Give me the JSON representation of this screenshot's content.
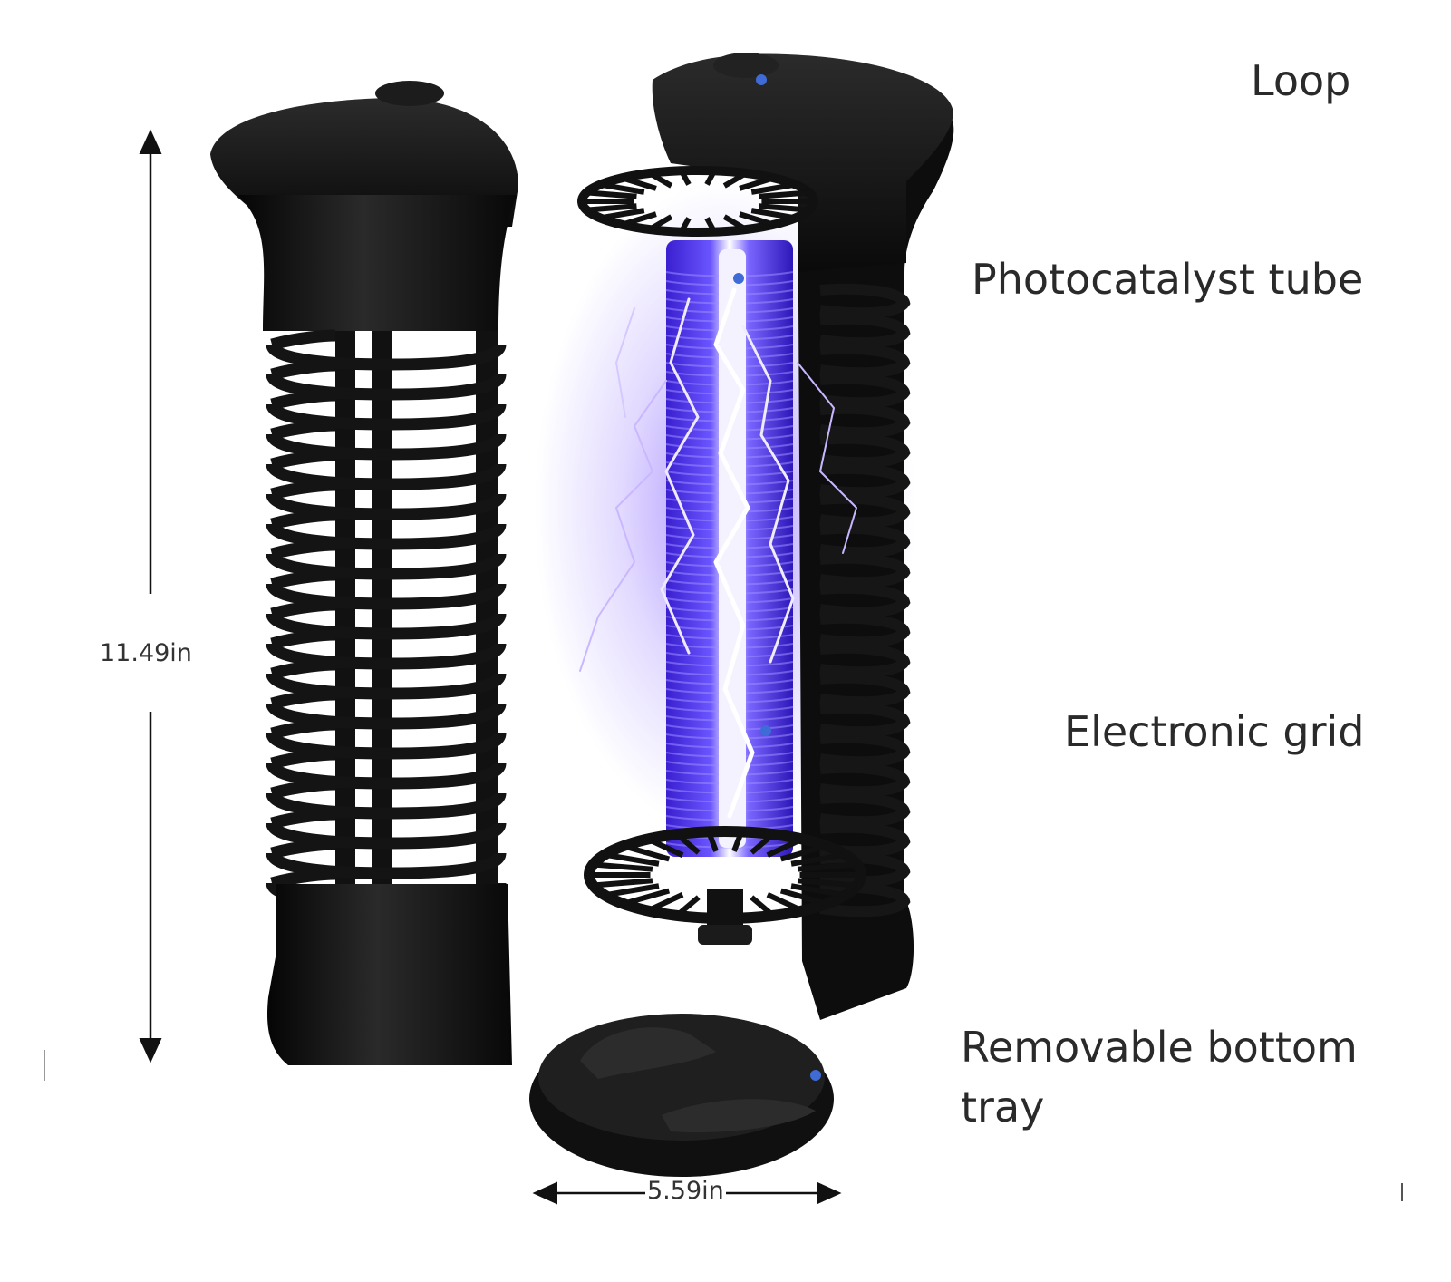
{
  "labels": {
    "loop": "Loop",
    "photocatalyst_tube": "Photocatalyst tube",
    "electronic_grid": "Electronic grid",
    "tray_line1": "Removable bottom",
    "tray_line2": "tray"
  },
  "dimensions": {
    "height": "11.49in",
    "width": "5.59in"
  },
  "colors": {
    "body": "#141414",
    "uv_glow": "#5b3cff",
    "leader_line": "#6f9be0",
    "label_text": "#2a2a2a"
  }
}
